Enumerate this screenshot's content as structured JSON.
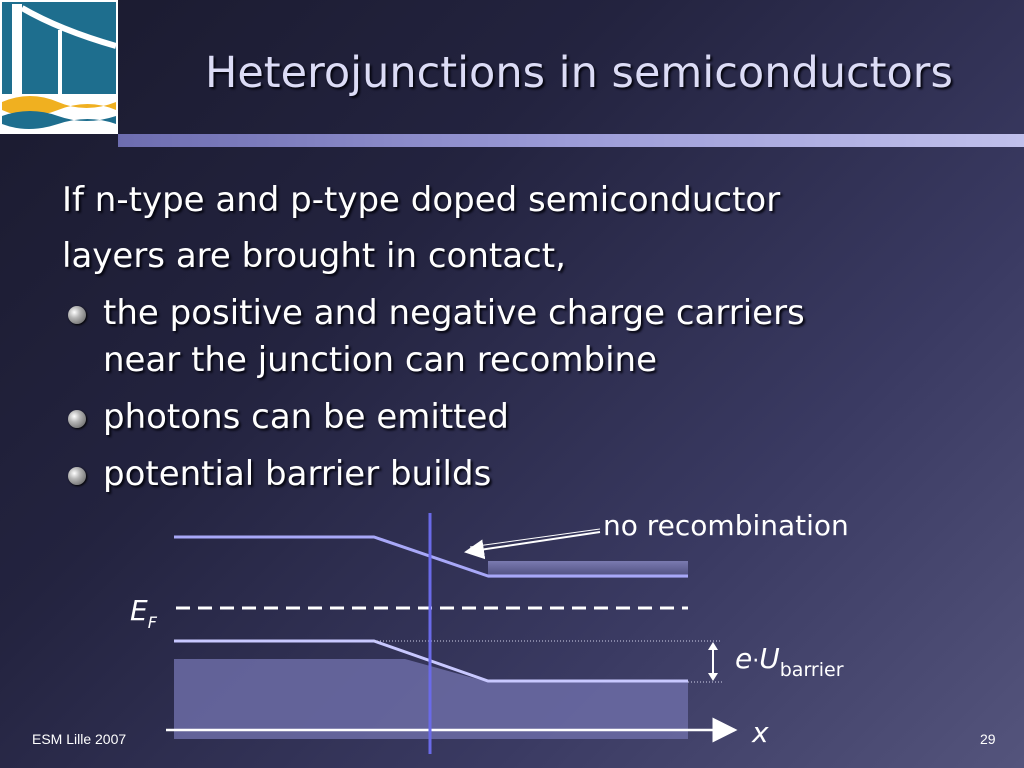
{
  "slide": {
    "title": "Heterojunctions in semiconductors",
    "intro_lines": [
      "If n-type and p-type doped semiconductor",
      "layers are brought in contact,"
    ],
    "bullets": [
      {
        "lines": [
          "the positive and negative charge carriers",
          "near the junction can recombine"
        ]
      },
      {
        "lines": [
          "photons can be emitted"
        ]
      },
      {
        "lines": [
          "potential barrier builds"
        ]
      }
    ],
    "footer_left": "ESM Lille 2007",
    "page_number": "29"
  },
  "diagram": {
    "annotation": "no recombination",
    "fermi_label": "E",
    "fermi_subscript": "F",
    "barrier_label_e": "e",
    "barrier_label_dot": "·",
    "barrier_label_u": "U",
    "barrier_subscript": "barrier",
    "axis_label": "x",
    "colors": {
      "band_line": "#a8a8f8",
      "junction": "#6a6ae8",
      "fill": "#6c6ca6"
    }
  }
}
